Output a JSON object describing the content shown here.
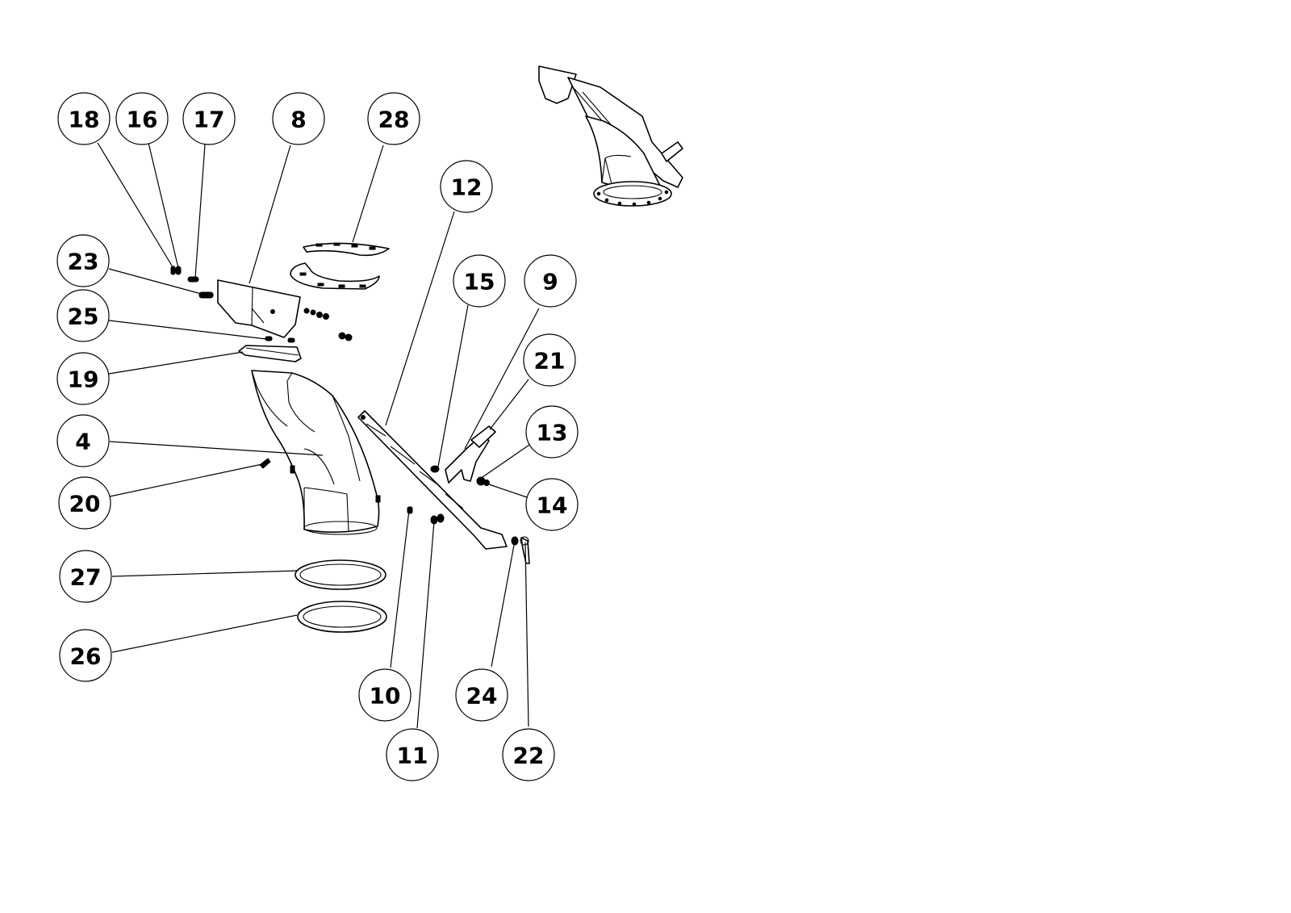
{
  "callouts": [
    {
      "id": "18",
      "label": "18"
    },
    {
      "id": "16",
      "label": "16"
    },
    {
      "id": "17",
      "label": "17"
    },
    {
      "id": "8",
      "label": "8"
    },
    {
      "id": "28",
      "label": "28"
    },
    {
      "id": "12",
      "label": "12"
    },
    {
      "id": "23",
      "label": "23"
    },
    {
      "id": "15",
      "label": "15"
    },
    {
      "id": "9",
      "label": "9"
    },
    {
      "id": "25",
      "label": "25"
    },
    {
      "id": "21",
      "label": "21"
    },
    {
      "id": "19",
      "label": "19"
    },
    {
      "id": "13",
      "label": "13"
    },
    {
      "id": "4",
      "label": "4"
    },
    {
      "id": "20",
      "label": "20"
    },
    {
      "id": "14",
      "label": "14"
    },
    {
      "id": "27",
      "label": "27"
    },
    {
      "id": "26",
      "label": "26"
    },
    {
      "id": "10",
      "label": "10"
    },
    {
      "id": "24",
      "label": "24"
    },
    {
      "id": "11",
      "label": "11"
    },
    {
      "id": "22",
      "label": "22"
    }
  ],
  "colors": {
    "line": "#000000",
    "background": "#ffffff"
  }
}
